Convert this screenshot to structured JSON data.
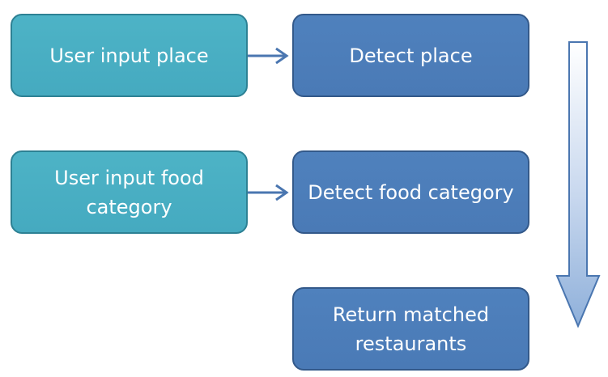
{
  "nodes": {
    "user_input_place": "User input place",
    "detect_place": "Detect place",
    "user_input_food_category": "User input food category",
    "detect_food_category": "Detect food category",
    "return_matched_restaurants": "Return matched restaurants"
  },
  "colors": {
    "input_fill": "#4bacc6",
    "input_border": "#2d8194",
    "process_fill": "#4f81bd",
    "process_border": "#33598a",
    "connector": "#4a76b0",
    "flow_arrow_top": "#ffffff",
    "flow_arrow_bottom": "#8fb0da",
    "flow_arrow_border": "#4a76b0"
  }
}
